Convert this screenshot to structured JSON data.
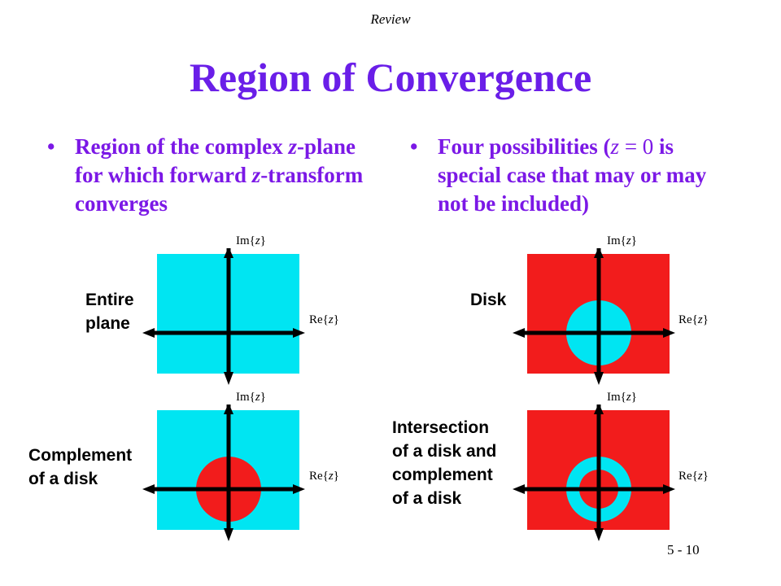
{
  "header": {
    "review": "Review"
  },
  "title": "Region of Convergence",
  "bullets": {
    "left": {
      "t1": "Region of the complex ",
      "t2": "z",
      "t3": "-plane for which forward ",
      "t4": "z",
      "t5": "-transform converges"
    },
    "right": {
      "t1": "Four possibilities (",
      "t2": "z",
      "t3": " = 0",
      "t4": " is special case that may or may not be included)"
    }
  },
  "plots": {
    "entire_plane": {
      "label_line1": "Entire",
      "label_line2": "plane"
    },
    "disk": {
      "label_line1": "Disk"
    },
    "complement": {
      "label_line1": "Complement",
      "label_line2": "of a disk"
    },
    "intersection": {
      "label_line1": "Intersection",
      "label_line2": "of a disk and",
      "label_line3": "complement",
      "label_line4": "of a disk"
    }
  },
  "axes": {
    "im_prefix": "Im{",
    "re_prefix": "Re{",
    "var": "z",
    "suffix": "}"
  },
  "colors": {
    "cyan": "#00e5f2",
    "red": "#f21c1c",
    "title": "#6a1ee8",
    "text": "#7b18e6"
  },
  "page_number": "5 - 10"
}
